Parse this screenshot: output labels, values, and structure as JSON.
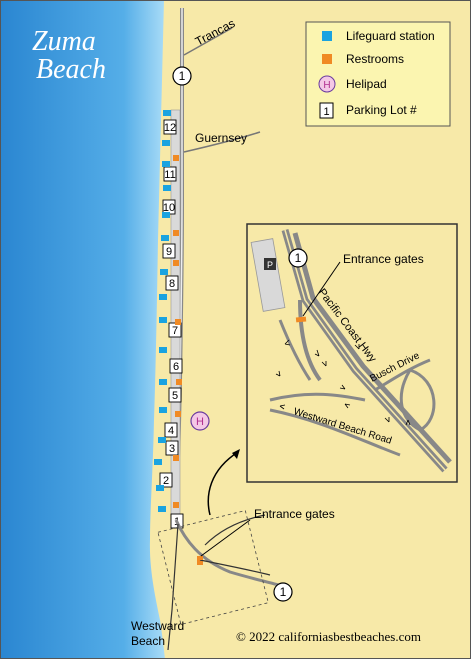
{
  "title": {
    "line1": "Zuma",
    "line2": "Beach"
  },
  "legend": [
    {
      "label": "Lifeguard station",
      "icon": "lifeguard-icon",
      "color": "#1aa3e0"
    },
    {
      "label": "Restrooms",
      "icon": "restroom-icon",
      "color": "#f08a24"
    },
    {
      "label": "Helipad",
      "icon": "helipad-icon",
      "symbol": "H"
    },
    {
      "label": "Parking Lot #",
      "icon": "parking-lot-icon",
      "symbol": "1"
    }
  ],
  "roads": {
    "trancas": "Trancas",
    "guernsey": "Guernsey"
  },
  "highway_marker": "1",
  "lots": [
    "12",
    "11",
    "10",
    "9",
    "8",
    "7",
    "6",
    "5",
    "4",
    "3",
    "2",
    "1"
  ],
  "helipad_symbol": "H",
  "entrance_gates": "Entrance gates",
  "westward_beach": {
    "line1": "Westward",
    "line2": "Beach"
  },
  "copyright": "© 2022 californiasbestbeaches.com",
  "inset": {
    "entrance_gates": "Entrance gates",
    "pch": "Pacific Coast Hwy",
    "busch_drive": "Busch Drive",
    "westward_beach_road": "Westward Beach Road",
    "parking_symbol": "P",
    "highway_marker": "1"
  },
  "colors": {
    "ocean": "#2a8fd6",
    "sand": "#f7e9a8",
    "lifeguard": "#1aa3e0",
    "restroom": "#f08a24",
    "legend_bg": "#fbf5b0"
  }
}
